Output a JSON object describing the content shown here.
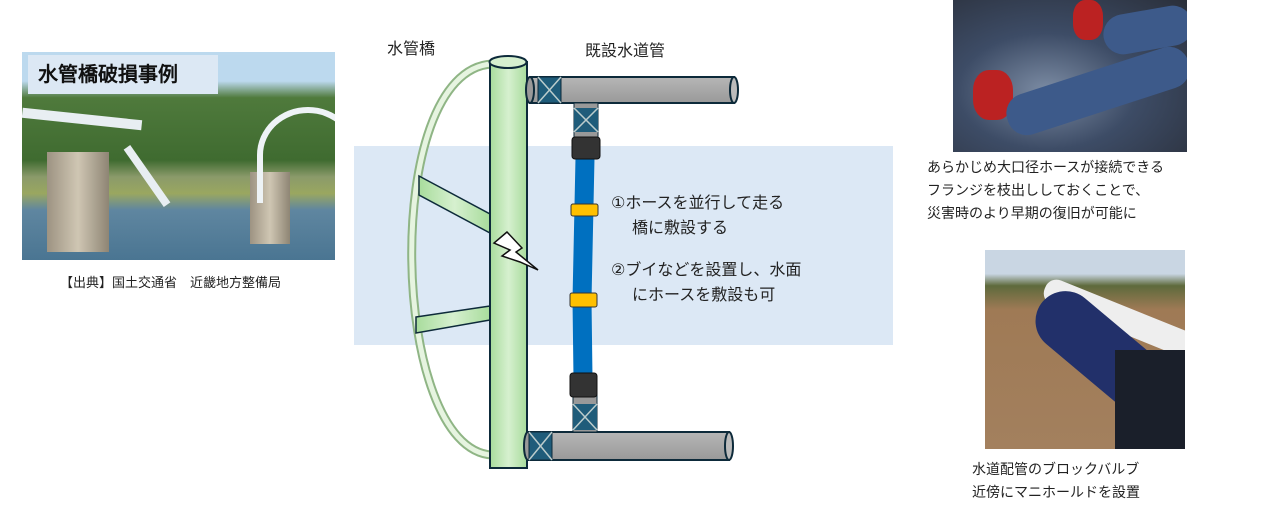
{
  "left_panel": {
    "title": "水管橋破損事例",
    "source": "【出典】国土交通省　近畿地方整備局"
  },
  "diagram": {
    "bridge_label": "水管橋",
    "existing_pipe_label": "既設水道管",
    "option1_line1": "①ホースを並行して走る",
    "option1_line2": "橋に敷設する",
    "option2_line1": "②ブイなどを設置し、水面",
    "option2_line2": "にホースを敷設も可",
    "colors": {
      "band": "#dce8f5",
      "bridge": "#b9e4b0",
      "pipe": "#a6a6a6",
      "hose": "#0070c0",
      "buoy": "#ffc000",
      "valve": "#1f5c7a"
    }
  },
  "right_panel": {
    "caption1_line1": "あらかじめ大口径ホースが接続できる",
    "caption1_line2": "フランジを枝出ししておくことで、",
    "caption1_line3": "災害時のより早期の復旧が可能に",
    "caption2_line1": "水道配管のブロックバルブ",
    "caption2_line2": "近傍にマニホールドを設置"
  }
}
